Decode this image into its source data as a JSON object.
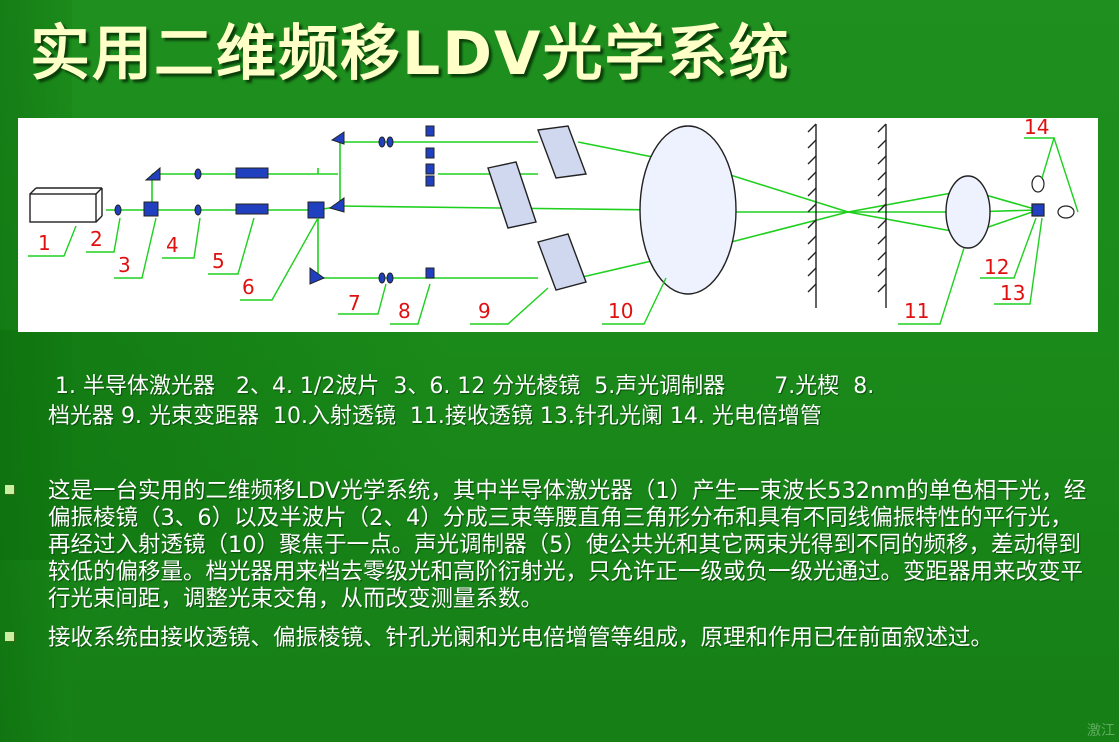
{
  "title": "实用二维频移LDV光学系统",
  "diagram": {
    "labels": [
      "1",
      "2",
      "3",
      "4",
      "5",
      "6",
      "7",
      "8",
      "9",
      "10",
      "11",
      "12",
      "13",
      "14"
    ],
    "colors": {
      "beam": "#1fd01f",
      "label": "#e01010",
      "optics": "#2040c0"
    }
  },
  "legend": {
    "line1": " 1. 半导体激光器   2、4. 1/2波片  3、6. 12 分光棱镜  5.声光调制器       7.光楔  8.",
    "line2": "档光器 9. 光束变距器  10.入射透镜  11.接收透镜 13.针孔光阑 14. 光电倍增管"
  },
  "bullets": [
    "这是一台实用的二维频移LDV光学系统，其中半导体激光器（1）产生一束波长532nm的单色相干光，经偏振棱镜（3、6）以及半波片（2、4）分成三束等腰直角三角形分布和具有不同线偏振特性的平行光，再经过入射透镜（10）聚焦于一点。声光调制器（5）使公共光和其它两束光得到不同的频移，差动得到较低的偏移量。档光器用来档去零级光和高阶衍射光，只允许正一级或负一级光通过。变距器用来改变平行光束间距，调整光束交角，从而改变测量系数。",
    "接收系统由接收透镜、偏振棱镜、针孔光阑和光电倍增管等组成，原理和作用已在前面叙述过。"
  ],
  "watermark": "激江"
}
